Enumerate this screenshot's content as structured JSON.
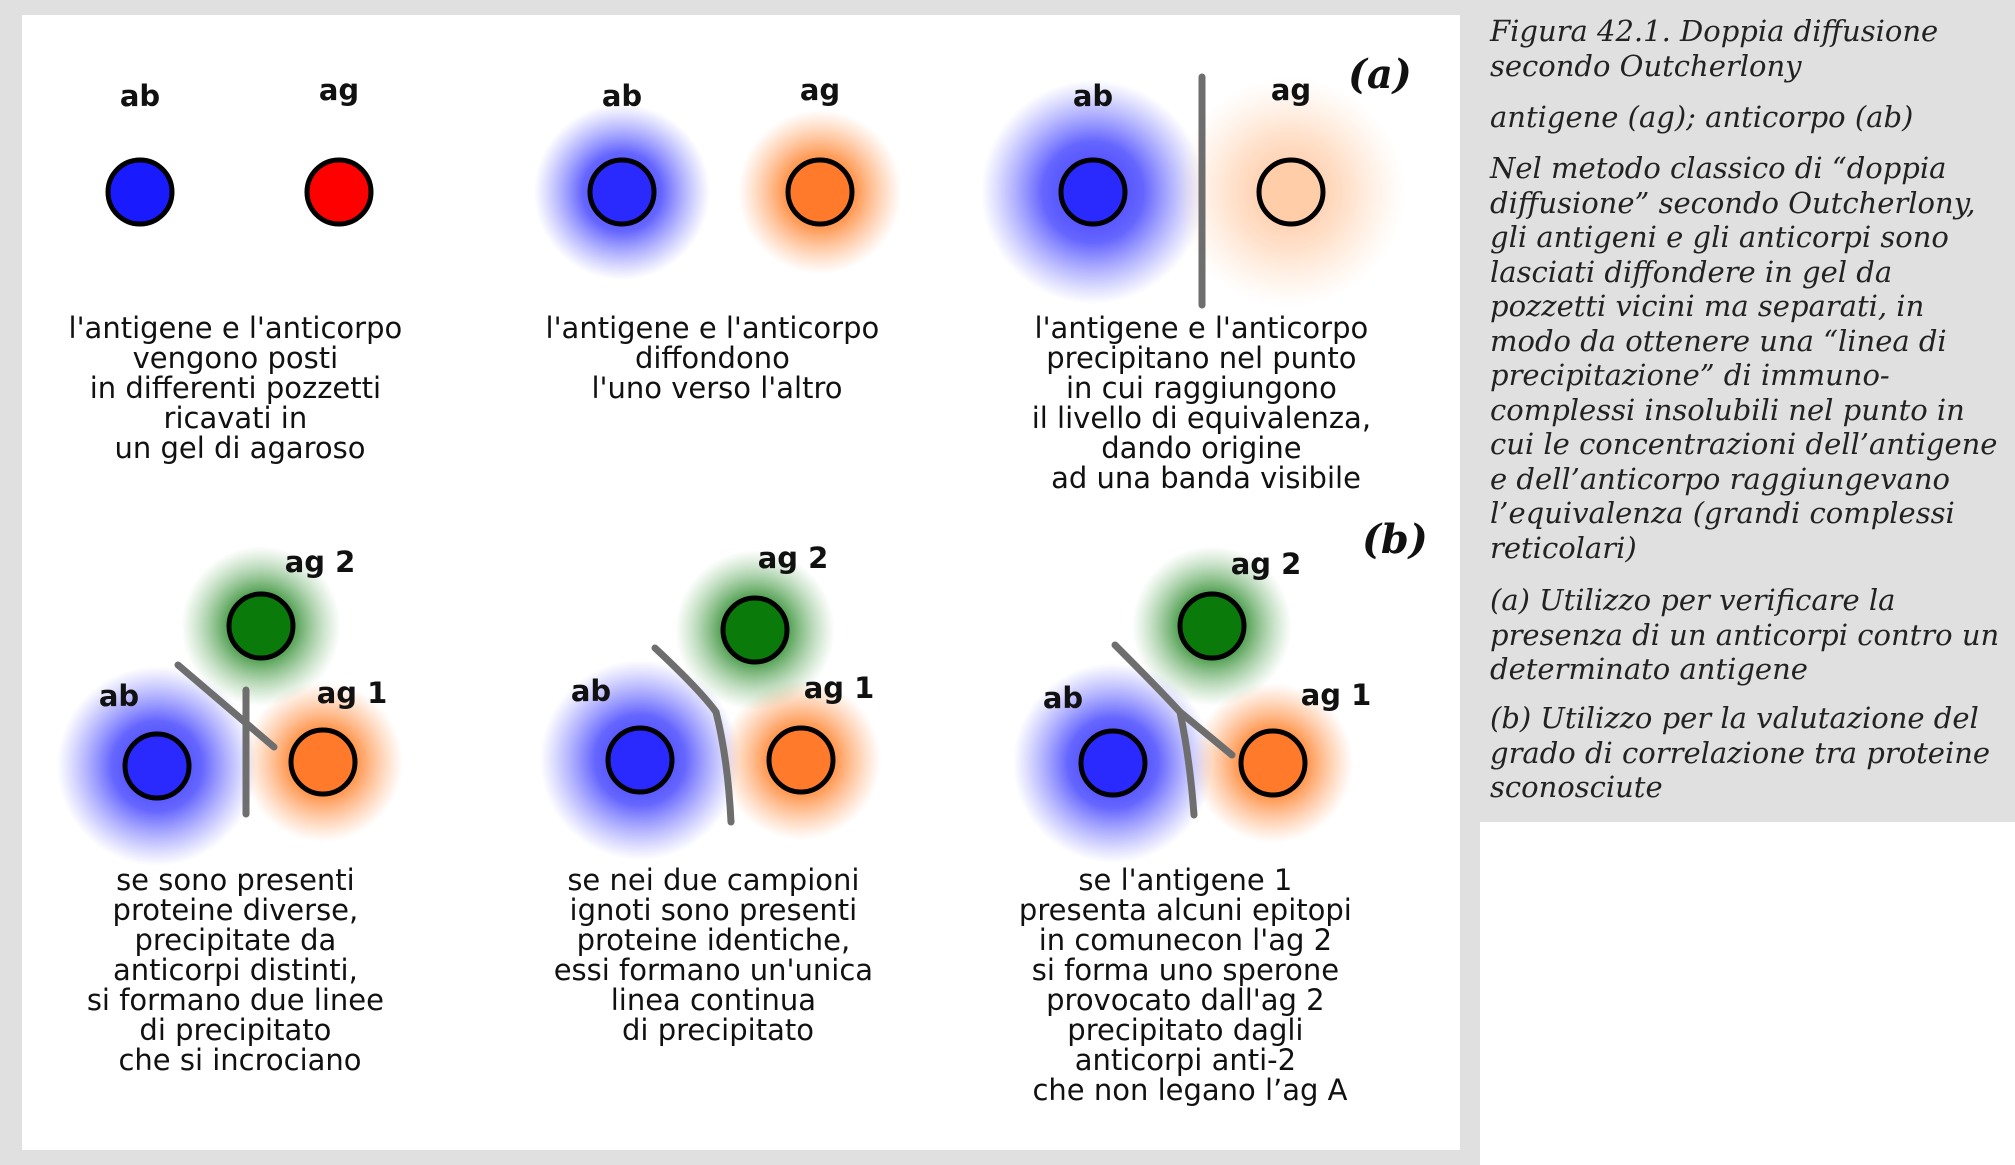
{
  "panel_a": {
    "tag": "(a)",
    "steps": [
      {
        "ab_label": "ab",
        "ag_label": "ag",
        "caption": [
          "l'antigene e l'anticorpo",
          "vengono posti",
          "in differenti pozzetti",
          "ricavati in",
          "un gel di agaroso"
        ]
      },
      {
        "ab_label": "ab",
        "ag_label": "ag",
        "caption": [
          "l'antigene e l'anticorpo",
          "diffondono",
          "l'uno verso l'altro"
        ]
      },
      {
        "ab_label": "ab",
        "ag_label": "ag",
        "caption": [
          "l'antigene e l'anticorpo",
          "precipitano nel punto",
          "in cui raggiungono",
          "il livello di equivalenza,",
          "dando origine",
          "ad una banda visibile"
        ]
      }
    ]
  },
  "panel_b": {
    "tag": "(b)",
    "cases": [
      {
        "ab_label": "ab",
        "ag1_label": "ag 1",
        "ag2_label": "ag 2",
        "caption": [
          "se sono presenti",
          "proteine diverse,",
          "precipitate da",
          "anticorpi distinti,",
          "si formano due linee",
          "di precipitato",
          "che si incrociano"
        ]
      },
      {
        "ab_label": "ab",
        "ag1_label": "ag 1",
        "ag2_label": "ag 2",
        "caption": [
          "se nei due campioni",
          "ignoti sono presenti",
          "proteine identiche,",
          "essi formano un'unica",
          "linea continua",
          "di precipitato"
        ]
      },
      {
        "ab_label": "ab",
        "ag1_label": "ag 1",
        "ag2_label": "ag 2",
        "caption": [
          "se l'antigene 1",
          "presenta alcuni epitopi",
          "in comunecon l'ag 2",
          "si forma uno sperone",
          "provocato dall'ag 2",
          "precipitato dagli",
          "anticorpi anti-2",
          "che non legano l’ag A"
        ]
      }
    ]
  },
  "sidebar": {
    "title": "Figura 42.1. Doppia diffusione secondo Outcherlony",
    "legend": "antigene (ag); anticorpo (ab)",
    "description": "Nel metodo classico di “doppia diffusione” secondo Outcherlony, gli antigeni e gli anticorpi sono lasciati diffondere in gel da pozzetti vicini ma separati, in modo da ottenere una “linea di precipitazione” di immuno-complessi insolubili nel punto in cui le concentrazioni dell’antigene e dell’anticorpo raggiungevano l’equivalenza (grandi complessi reticolari)",
    "note_a": "(a) Utilizzo per verificare la presenza di un anticorpi contro un determinato antigene",
    "note_b": "(b) Utilizzo per la valutazione del grado di correlazione tra proteine sconosciute"
  },
  "colors": {
    "antibody": "#1a1aff",
    "antigen_initial": "#ff0000",
    "antigen": "#ff7a2a",
    "antigen_depleted": "#ffcda8",
    "antigen_2": "#0a7a0a",
    "precipitate_line": "#6e6e6e",
    "sidebar_background": "#e0e0e0"
  }
}
